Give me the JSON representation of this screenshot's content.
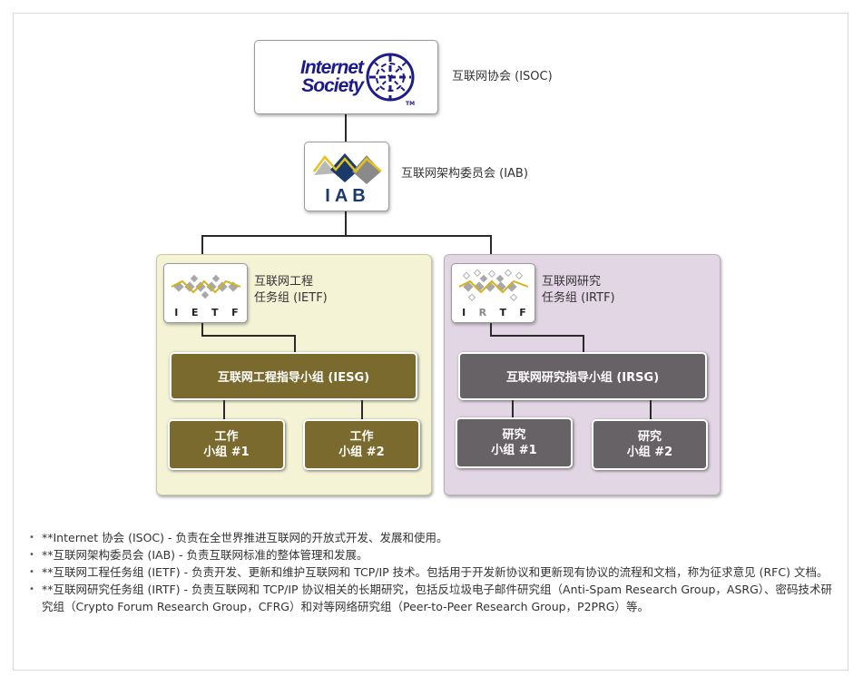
{
  "colors": {
    "ietf_panel": "#f4f3d6",
    "irtf_panel": "#e3d6e4",
    "ietf_box": "#7a6a2e",
    "irtf_box": "#676265",
    "isoc_blue": "#1d1b8a",
    "iab_blue": "#1a3a6b"
  },
  "icons": [
    "isoc-globe-icon",
    "iab-mountain-icon",
    "ietf-diamond-icon",
    "irtf-diamond-icon"
  ],
  "isoc": {
    "logo_line1": "Internet",
    "logo_line2": "Society",
    "logo_tm": "TM",
    "label": "互联网协会 (ISOC)"
  },
  "iab": {
    "logo_text": "IAB",
    "label": "互联网架构委员会 (IAB)"
  },
  "ietf": {
    "letters": [
      "I",
      "E",
      "T",
      "F"
    ],
    "label_line1": "互联网工程",
    "label_line2": "任务组 (IETF)",
    "steering": "互联网工程指导小组 (IESG)",
    "groups": [
      {
        "line1": "工作",
        "line2": "小组 #1"
      },
      {
        "line1": "工作",
        "line2": "小组 #2"
      }
    ]
  },
  "irtf": {
    "letters": [
      "I",
      "R",
      "T",
      "F"
    ],
    "label_line1": "互联网研究",
    "label_line2": "任务组 (IRTF)",
    "steering": "互联网研究指导小组 (IRSG)",
    "groups": [
      {
        "line1": "研究",
        "line2": "小组 #1"
      },
      {
        "line1": "研究",
        "line2": "小组 #2"
      }
    ]
  },
  "notes": [
    "**Internet 协会 (ISOC) - 负责在全世界推进互联网的开放式开发、发展和使用。",
    "**互联网架构委员会 (IAB) - 负责互联网标准的整体管理和发展。",
    "**互联网工程任务组 (IETF) - 负责开发、更新和维护互联网和 TCP/IP 技术。包括用于开发新协议和更新现有协议的流程和文档，称为征求意见 (RFC) 文档。",
    "**互联网研究任务组 (IRTF) - 负责互联网和 TCP/IP 协议相关的长期研究，包括反垃圾电子邮件研究组（Anti-Spam Research Group，ASRG）、密码技术研究组（Crypto Forum Research Group，CFRG）和对等网络研究组（Peer-to-Peer Research Group，P2PRG）等。"
  ]
}
